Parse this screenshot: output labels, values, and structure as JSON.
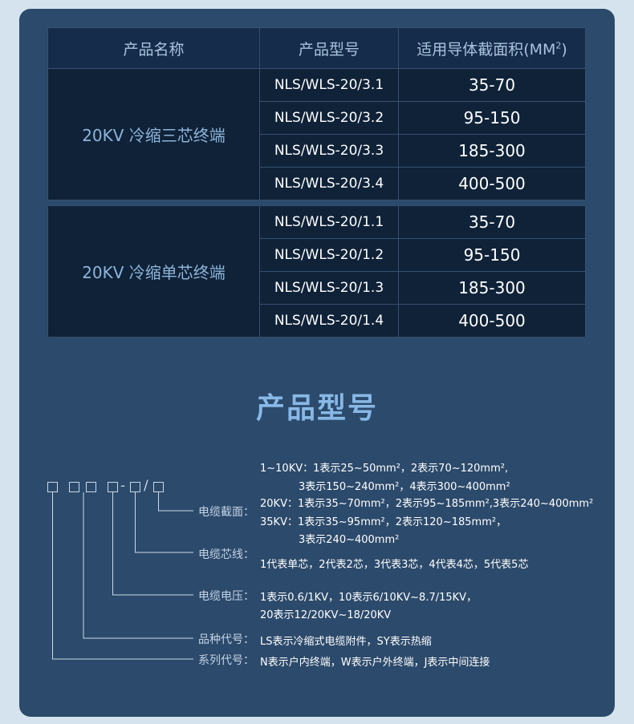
{
  "table": {
    "headers": [
      "产品名称",
      "产品型号",
      "适用导体截面积(MM",
      "2",
      ")"
    ],
    "groups": [
      {
        "name": "20KV 冷缩三芯终端",
        "rows": [
          {
            "model": "NLS/WLS-20/3.1",
            "area": "35-70"
          },
          {
            "model": "NLS/WLS-20/3.2",
            "area": "95-150"
          },
          {
            "model": "NLS/WLS-20/3.3",
            "area": "185-300"
          },
          {
            "model": "NLS/WLS-20/3.4",
            "area": "400-500"
          }
        ]
      },
      {
        "name": "20KV 冷缩单芯终端",
        "rows": [
          {
            "model": "NLS/WLS-20/1.1",
            "area": "35-70"
          },
          {
            "model": "NLS/WLS-20/1.2",
            "area": "95-150"
          },
          {
            "model": "NLS/WLS-20/1.3",
            "area": "185-300"
          },
          {
            "model": "NLS/WLS-20/1.4",
            "area": "400-500"
          }
        ]
      }
    ]
  },
  "section_title": "产品型号",
  "diagram": {
    "separators": [
      "-",
      "/"
    ],
    "labels": {
      "section": "电缆截面：",
      "core": "电缆芯线：",
      "voltage": "电缆电压：",
      "type": "品种代号：",
      "series": "系列代号："
    },
    "descriptions": {
      "section_1": "1~10KV：1表示25~50mm²，2表示70~120mm²,",
      "section_2": "3表示150~240mm²，4表示300~400mm²",
      "section_3": "20KV：1表示35~70mm²，2表示95~185mm²,3表示240~400mm²",
      "section_4": "35KV：1表示35~95mm²，2表示120~185mm²，",
      "section_5": "3表示240~400mm²",
      "core": "1代表单芯，2代表2芯，3代表3芯，4代表4芯，5代表5芯",
      "voltage_1": "1表示0.6/1KV，10表示6/10KV~8.7/15KV，",
      "voltage_2": "20表示12/20KV~18/20KV",
      "type": "LS表示冷缩式电缆附件，SY表示热缩",
      "series": "N表示户内终端，W表示户外终端，J表示中间连接"
    }
  },
  "colors": {
    "background": "#d4e3ed",
    "panel": "#2c4a6b",
    "table_bg": "#0f2238",
    "title": "#88b8e6"
  }
}
